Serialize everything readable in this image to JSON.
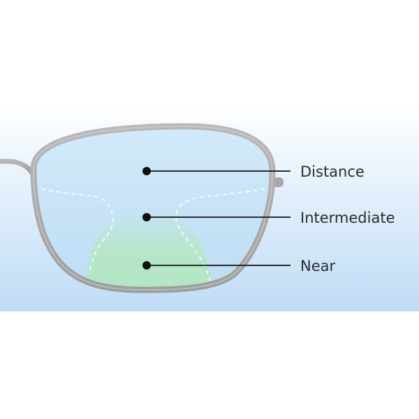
{
  "zones": [
    {
      "id": "distance",
      "label": "Distance"
    },
    {
      "id": "intermediate",
      "label": "Intermediate"
    },
    {
      "id": "near",
      "label": "Near"
    }
  ],
  "colors": {
    "background_top": "#ffffff",
    "background_bottom": "#bfdcf6",
    "lens_fill": "#c6e2f7",
    "near_zone_fill": "#b5e6c6",
    "frame_stroke": "#a9a9a9",
    "boundary_dashes": "#ffffff",
    "marker": "#111111",
    "label_text": "#2c2c2c"
  },
  "icons": {
    "frame": "eyeglass-frame-icon",
    "temple": "temple-arm-icon"
  }
}
